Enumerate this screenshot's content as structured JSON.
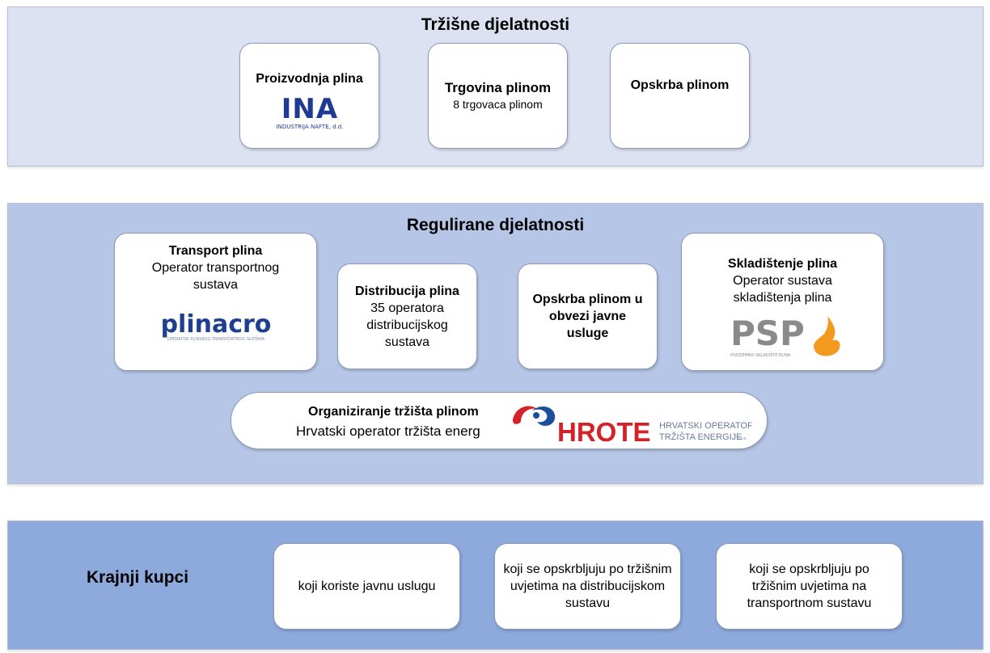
{
  "market": {
    "title": "Tržišne djelatnosti",
    "boxes": [
      {
        "title": "Proizvodnja plina",
        "logo_text": "INA",
        "logo_subtext": "INDUSTRIJA NAFTE, d.d."
      },
      {
        "title": "Trgovina plinom",
        "text": "8 trgovaca plinom"
      },
      {
        "title": "Opskrba plinom"
      }
    ]
  },
  "regulated": {
    "title": "Regulirane djelatnosti",
    "transport": {
      "title": "Transport plina",
      "text": "Operator transportnog sustava",
      "logo_text": "plinacro",
      "logo_subtext": "OPERATOR PLINSKOG TRANSPORTNOG SUSTAVA"
    },
    "distribution": {
      "title": "Distribucija plina",
      "text": "35 operatora distribucijskog sustava"
    },
    "public_supply": {
      "title": "Opskrba plinom u obvezi javne usluge"
    },
    "storage": {
      "title": "Skladištenje plina",
      "text": "Operator sustava skladištenja plina",
      "logo_text": "PSP",
      "logo_subtext": "PODZEMNO SKLADIŠTE PLINA"
    },
    "market_org": {
      "title": "Organiziranje tržišta plinom",
      "text": "Hrvatski operator tržišta energ",
      "logo_text": "HROTE",
      "logo_line1": "HRVATSKI OPERATOR",
      "logo_line2": "TRŽIŠTA ENERGIJE",
      "logo_suffix": "d.o.o."
    }
  },
  "customers": {
    "title": "Krajnji kupci",
    "boxes": [
      {
        "text": "koji koriste javnu uslugu"
      },
      {
        "text": "koji se opskrbljuju po tržišnim uvjetima na distribucijskom sustavu"
      },
      {
        "text": "koji se opskrbljuju po tržišnim uvjetima na transportnom sustavu"
      }
    ]
  },
  "colors": {
    "band_market": "#dde2f3",
    "band_regulated": "#b6c6e6",
    "band_customers": "#8ea9db",
    "ina_blue": "#1f3a93",
    "plinacro_blue": "#1f3f8f",
    "psp_gray": "#8a8a8a",
    "psp_orange": "#f39a1e",
    "hrote_red": "#d62128",
    "hrote_blue": "#1b4f9c"
  }
}
